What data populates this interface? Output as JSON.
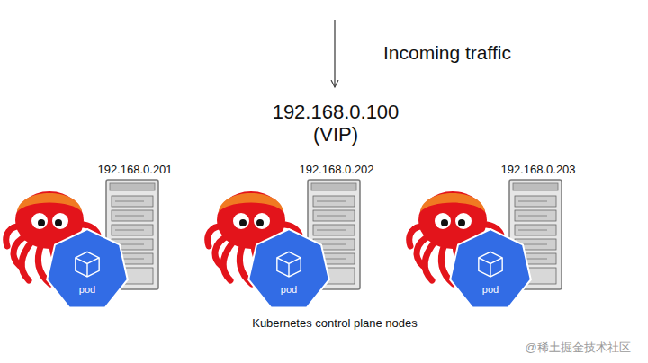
{
  "diagram": {
    "caption": "Kubernetes control plane nodes",
    "nodes": [
      {
        "text": [
          "pod"
        ]
      },
      {
        "text": [
          "pod"
        ]
      },
      {
        "text": [
          "pod"
        ]
      }
    ],
    "labels": [
      "Incoming traffic",
      "192.168.0.100",
      "(VIP)",
      "192.168.0.201",
      "192.168.0.202",
      "192.168.0.203",
      "@稀土掘金技术社区"
    ]
  }
}
